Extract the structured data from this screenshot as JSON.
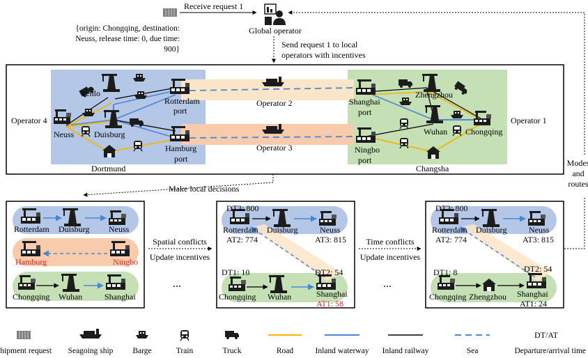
{
  "top": {
    "receive_request": "Receive request 1",
    "request_detail_line1": "{origin: Chongqing, destination:",
    "request_detail_line2": "Neuss, release time: 0, due time:",
    "request_detail_line3": "900}",
    "global_operator": "Global operator",
    "send_request_line1": "Send request 1 to local",
    "send_request_line2": "operators with incentives"
  },
  "network": {
    "operator4": "Operator 4",
    "operator1": "Operator 1",
    "operator2": "Operator 2",
    "operator3": "Operator 3",
    "cities": {
      "venlo": "Venlo",
      "neuss": "Neuss",
      "duisburg": "Duisburg",
      "dortmund": "Dortmund",
      "rotterdam_port_1": "Rotterdam",
      "rotterdam_port_2": "port",
      "hamburg_port_1": "Hamburg",
      "hamburg_port_2": "port",
      "shanghai_port_1": "Shanghai",
      "shanghai_port_2": "port",
      "ningbo_port_1": "Ningbo",
      "ningbo_port_2": "port",
      "zhengzhou": "Zhengzhou",
      "wuhan": "Wuhan",
      "chongqing": "Chongqing",
      "changsha": "Changsha"
    }
  },
  "side": {
    "modes_line1": "Modes",
    "modes_line2": "and",
    "modes_line3": "routes",
    "make_local_decisions": "Make local decisions"
  },
  "panel1": {
    "row1": [
      "Rotterdam",
      "Duisburg",
      "Neuss"
    ],
    "row2": [
      "Hamburg",
      "Ningbo"
    ],
    "row3": [
      "Chongqing",
      "Wuhan",
      "Shanghai"
    ]
  },
  "between1": {
    "line1": "Spatial conflicts",
    "line2": "Update incentives",
    "ellipsis": "..."
  },
  "panel2": {
    "dt3": "DT3: 800",
    "rotterdam": "Rotterdam",
    "duisburg": "Duisburg",
    "neuss": "Neuss",
    "at2": "AT2: 774",
    "at3": "AT3: 815",
    "dt1": "DT1: 10",
    "dt2": "DT2: 54",
    "chongqing": "Chongqing",
    "wuhan": "Wuhan",
    "shanghai": "Shanghai",
    "at1": "AT1: 58"
  },
  "between2": {
    "line1": "Time conflicts",
    "line2": "Update incentives",
    "ellipsis": "..."
  },
  "panel3": {
    "dt3": "DT3: 800",
    "rotterdam": "Rotterdam",
    "duisburg": "Duisburg",
    "neuss": "Neuss",
    "at2": "AT2: 774",
    "at3": "AT3: 815",
    "dt1": "DT1: 8",
    "dt2": "DT2: 54",
    "chongqing": "Chongqing",
    "zhengzhou": "Zhengzhou",
    "shanghai": "Shanghai",
    "at1": "AT1: 24"
  },
  "legend": {
    "shipment_request": "Shipment request",
    "seagoing_ship": "Seagoing ship",
    "barge": "Barge",
    "train": "Train",
    "truck": "Truck",
    "road": "Road",
    "inland_waterway": "Inland waterway",
    "inland_railway": "Inland railway",
    "sea": "Sea",
    "dt_at": "DT/AT",
    "departure_arrival": "Departure/arrival time"
  },
  "colors": {
    "road": "#f5b400",
    "waterway": "#4a86d4",
    "railway": "#000000",
    "sea": "#4a86d4",
    "europe_region": "#b4c7e7",
    "china_region": "#c5e0b4",
    "operator2_band": "#fbe5c8",
    "operator3_band": "#f8cbad",
    "red_text": "#e8221b"
  }
}
